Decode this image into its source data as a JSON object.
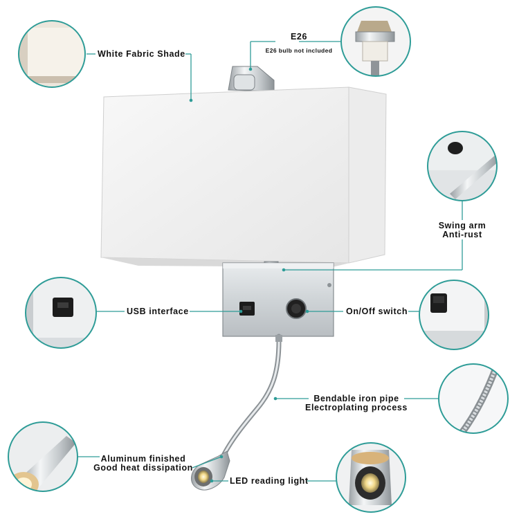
{
  "labels": {
    "shade": "White Fabric Shade",
    "e26_title": "E26",
    "e26_note": "E26 bulb not included",
    "swing_line1": "Swing arm",
    "swing_line2": "Anti-rust",
    "usb": "USB interface",
    "switch": "On/Off switch",
    "pipe_line1": "Bendable iron pipe",
    "pipe_line2": "Electroplating process",
    "alu_line1": "Aluminum finished",
    "alu_line2": "Good heat dissipation",
    "led": "LED reading light"
  },
  "colors": {
    "leader_line": "#2e9c97",
    "circle_border": "#2e9c97",
    "shade": "#f1f1f1",
    "chrome": "#cfd3d6",
    "label_text": "#111111"
  },
  "icons": [
    "fabric-shade-detail",
    "bulb-socket-detail",
    "swing-arm-switch-detail",
    "usb-port-detail",
    "rocker-switch-detail",
    "gooseneck-pipe-detail",
    "aluminum-head-detail",
    "led-lens-detail"
  ]
}
